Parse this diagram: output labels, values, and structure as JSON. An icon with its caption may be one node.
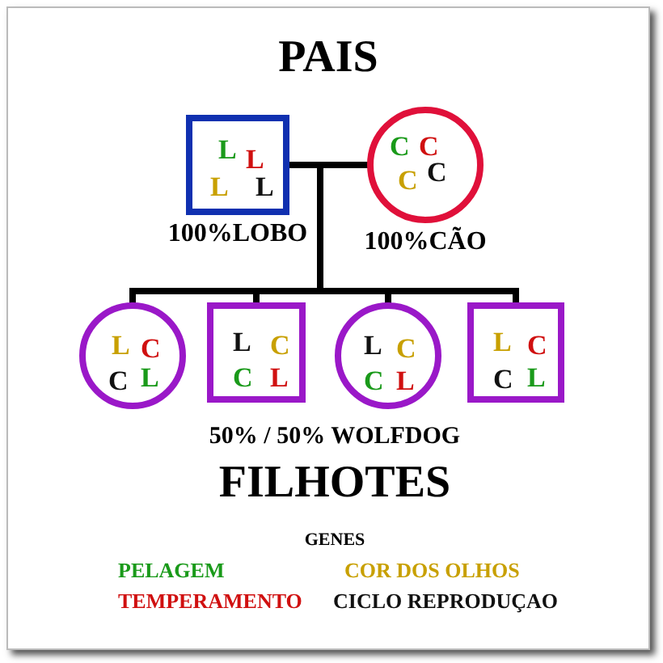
{
  "diagram": {
    "title": "PAIS",
    "nodes": [
      {
        "text": [
          "L",
          "L",
          "L",
          "L"
        ],
        "beside": [
          "100%LOBO"
        ]
      },
      {
        "text": [
          "C",
          "C",
          "C",
          "C"
        ],
        "beside": [
          "100%CÃO"
        ]
      },
      {
        "text": [
          "L",
          "C",
          "C",
          "L"
        ]
      },
      {
        "text": [
          "L",
          "C",
          "C",
          "L"
        ]
      },
      {
        "text": [
          "L",
          "C",
          "C",
          "L"
        ]
      },
      {
        "text": [
          "L",
          "C",
          "C",
          "L"
        ]
      }
    ],
    "edges": [
      {
        "from": 0,
        "to": 1,
        "arrow": "none"
      },
      {
        "from": 0,
        "to": 2,
        "arrow": "none"
      },
      {
        "from": 0,
        "to": 3,
        "arrow": "none"
      },
      {
        "from": 0,
        "to": 4,
        "arrow": "none"
      },
      {
        "from": 0,
        "to": 5,
        "arrow": "none"
      },
      {
        "from": 1,
        "to": 2,
        "arrow": "none"
      },
      {
        "from": 1,
        "to": 3,
        "arrow": "none"
      },
      {
        "from": 1,
        "to": 4,
        "arrow": "none"
      },
      {
        "from": 1,
        "to": 5,
        "arrow": "none"
      }
    ],
    "labels": [
      "50% / 50% WOLFDOG",
      "FILHOTES",
      "GENES"
    ],
    "legend": [
      {
        "text": "PELAGEM",
        "color": "#1a9a1a"
      },
      {
        "text": "COR DOS OLHOS",
        "color": "#c8a000"
      },
      {
        "text": "TEMPERAMENTO",
        "color": "#d01010"
      },
      {
        "text": "CICLO REPRODUÇAO",
        "color": "#111111"
      }
    ]
  }
}
